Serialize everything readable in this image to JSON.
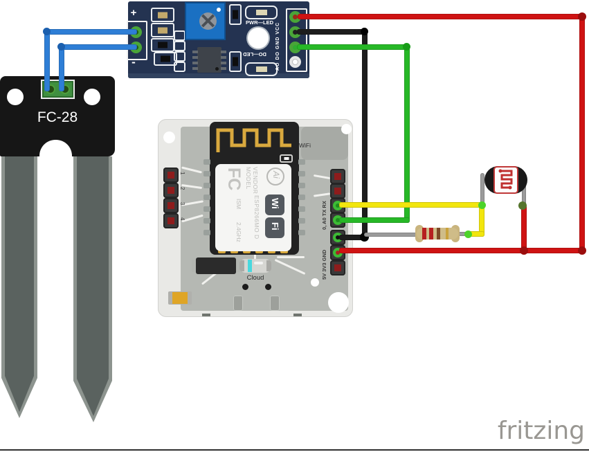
{
  "probe": {
    "label": "FC-28"
  },
  "sensor_module": {
    "plus": "+",
    "minus": "-",
    "pwr_led": "PWR—LED",
    "do_led": "DO—LED",
    "pin_labels": "AO DO GND VCC"
  },
  "esp_board": {
    "wifi": "WiFi",
    "cloud": "Cloud",
    "left_pin_labels": [
      "1",
      "2",
      "3",
      "4"
    ],
    "right_top_label": "0, A0 TX RX",
    "right_bottom_label": "5V 3V3 GND",
    "module": {
      "fc": "FC",
      "model": "MODEL",
      "vendor": "VENDOR",
      "ism": "ISM",
      "freq": "2.4GHz",
      "chip": "ESP8266MO D",
      "ai": "Ai",
      "wi": "Wi",
      "fi": "Fi"
    }
  },
  "components": {
    "resistor_bands": [
      "red",
      "red",
      "brown",
      "gold"
    ],
    "ldr": "photoresistor"
  },
  "colors": {
    "wire_red": "#cf1313",
    "wire_black": "#1d1d1d",
    "wire_green": "#27b827",
    "wire_yellow": "#f2e60e",
    "wire_blue": "#2e7ed6",
    "wire_gray": "#9b9b9b",
    "sensor_board": "#243351",
    "esp_panel": "#b5b8b3",
    "gold": "#d9a93e"
  },
  "watermark": {
    "label": "fritzing"
  }
}
